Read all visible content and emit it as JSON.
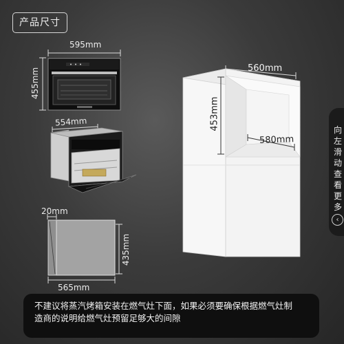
{
  "header": {
    "title": "产品尺寸"
  },
  "oven_front": {
    "width_label": "595mm",
    "height_label": "455mm"
  },
  "oven_angled": {
    "depth_label": "554mm"
  },
  "cross_section": {
    "top_gap_label": "20mm",
    "height_label": "435mm",
    "depth_label": "565mm"
  },
  "cabinet": {
    "top_width_label": "560mm",
    "height_label": "453mm",
    "depth_label": "580mm"
  },
  "side_tab": {
    "chars": [
      "向",
      "左",
      "滑",
      "动",
      "查",
      "看",
      "更",
      "多"
    ],
    "icon": "chevron-left-icon"
  },
  "notice": {
    "line1": "不建议将蒸汽烤箱安装在燃气灶下面，如果必须要确保根据燃气灶制",
    "line2": "造商的说明给燃气灶预留足够大的间隙"
  },
  "colors": {
    "background": "#3b3b3b",
    "notice_bg": "#0f0f0f",
    "cabinet": "#f4f4f4",
    "accent": "#ffffff"
  }
}
